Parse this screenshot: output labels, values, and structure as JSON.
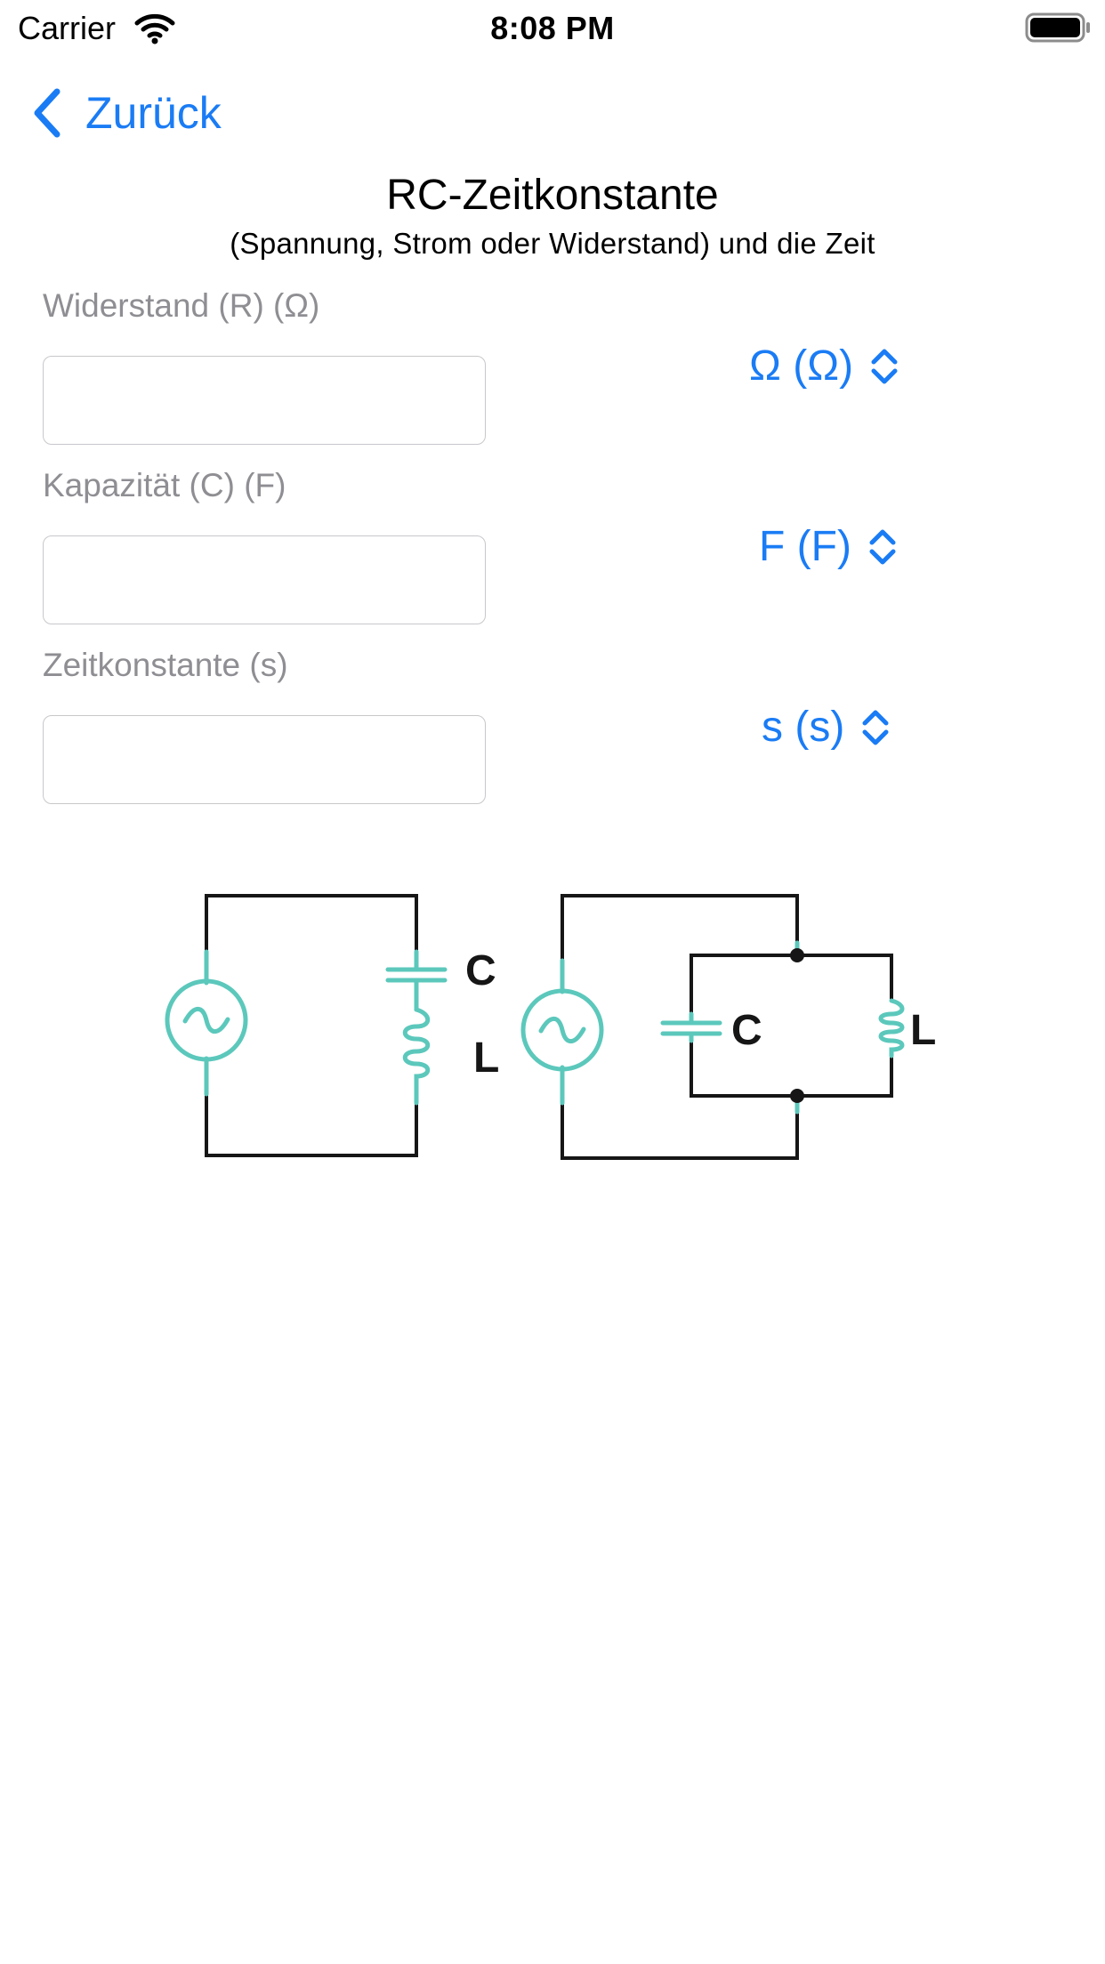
{
  "status_bar": {
    "carrier": "Carrier",
    "time": "8:08 PM",
    "wifi_icon": "wifi-icon",
    "battery_icon": "battery-icon"
  },
  "nav": {
    "back_label": "Zurück",
    "back_icon": "chevron-left-icon"
  },
  "header": {
    "title": "RC-Zeitkonstante",
    "subtitle": "(Spannung, Strom oder Widerstand) und die Zeit"
  },
  "fields": [
    {
      "label": "Widerstand (R) (Ω)",
      "value": "",
      "placeholder": "",
      "unit": "Ω (Ω)"
    },
    {
      "label": "Kapazität (C) (F)",
      "value": "",
      "placeholder": "",
      "unit": "F (F)"
    },
    {
      "label": "Zeitkonstante (s)",
      "value": "",
      "placeholder": "",
      "unit": "s (s)"
    }
  ],
  "diagram": {
    "series_circuit": {
      "capacitor_label": "C",
      "inductor_label": "L"
    },
    "parallel_circuit": {
      "capacitor_label": "C",
      "inductor_label": "L"
    }
  },
  "colors": {
    "accent": "#1a7cf5",
    "label_gray": "#8e8e93",
    "component_teal": "#5cc8bc",
    "wire": "#161616"
  }
}
